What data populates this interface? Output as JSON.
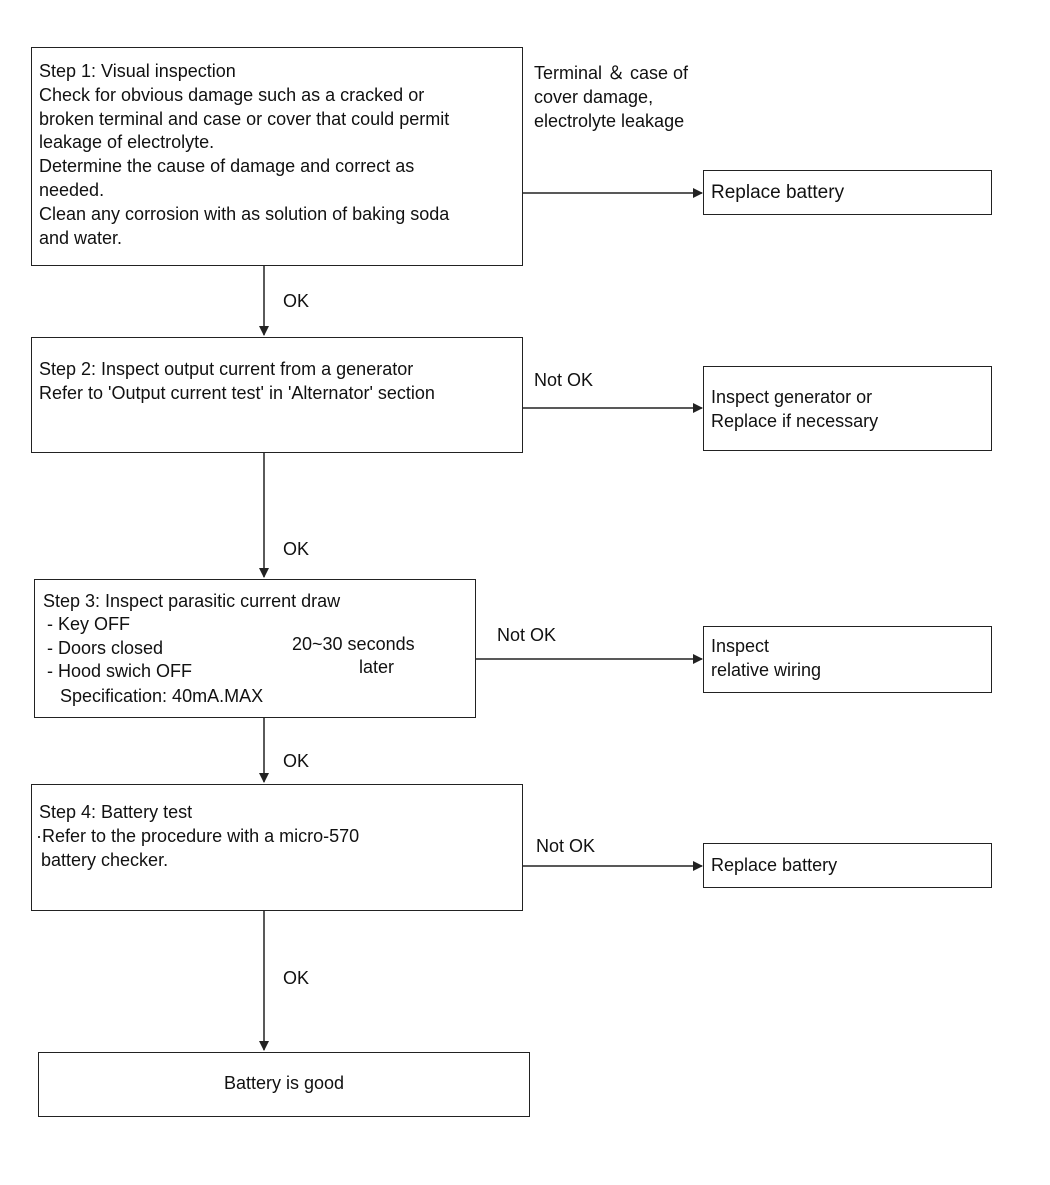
{
  "step1": {
    "lines": [
      "Step 1: Visual inspection",
      "Check for obvious damage such as a cracked or",
      "broken terminal and case or cover that could permit",
      "leakage of electrolyte.",
      "Determine the cause of damage and correct as",
      "needed.",
      "Clean any corrosion with as solution of baking soda",
      "and water."
    ],
    "condition_lines": [
      "Terminal ＆ case of",
      "cover damage,",
      "electrolyte leakage"
    ],
    "result": "Replace battery",
    "ok": "OK"
  },
  "step2": {
    "lines": [
      "Step 2: Inspect output current from a generator",
      "Refer to 'Output current test' in 'Alternator' section"
    ],
    "condition": "Not OK",
    "result_lines": [
      "Inspect generator or",
      "Replace if necessary"
    ],
    "ok": "OK"
  },
  "step3": {
    "title": "Step 3: Inspect parasitic current draw",
    "items": [
      "- Key OFF",
      "- Doors closed",
      "- Hood swich OFF"
    ],
    "spec": "Specification: 40mA.MAX",
    "wait_lines": [
      "20~30 seconds",
      "later"
    ],
    "condition": "Not OK",
    "result_lines": [
      "Inspect",
      "relative wiring"
    ],
    "ok": "OK"
  },
  "step4": {
    "lines": [
      "Step 4: Battery test",
      "·Refer to the procedure with a micro-570",
      " battery checker."
    ],
    "condition": "Not OK",
    "result": "Replace battery",
    "ok": "OK"
  },
  "final": {
    "label": "Battery is good"
  }
}
